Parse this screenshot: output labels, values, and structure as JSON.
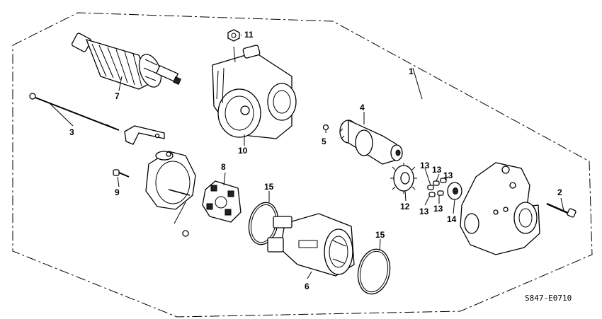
{
  "diagram_code": "S847-E0710",
  "callouts": {
    "c1": "1",
    "c2": "2",
    "c3": "3",
    "c4": "4",
    "c5": "5",
    "c6": "6",
    "c7": "7",
    "c8": "8",
    "c9": "9",
    "c10": "10",
    "c11": "11",
    "c12": "12",
    "c13a": "13",
    "c13b": "13",
    "c13c": "13",
    "c13d": "13",
    "c13e": "13",
    "c14": "14",
    "c15a": "15",
    "c15b": "15"
  }
}
